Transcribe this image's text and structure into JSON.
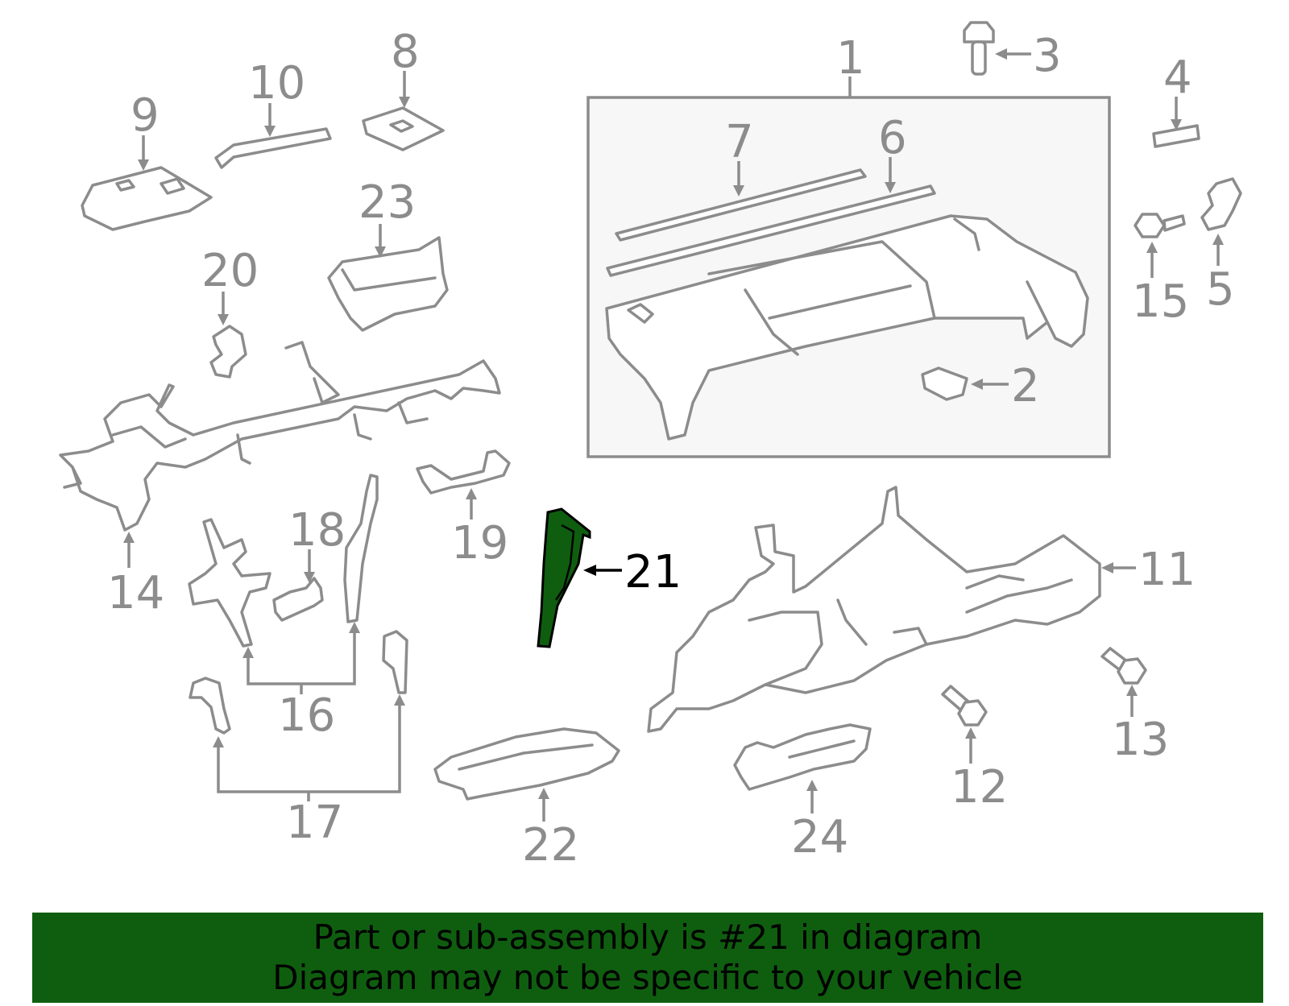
{
  "callouts": {
    "c1": "1",
    "c2": "2",
    "c3": "3",
    "c4": "4",
    "c5": "5",
    "c6": "6",
    "c7": "7",
    "c8": "8",
    "c9": "9",
    "c10": "10",
    "c11": "11",
    "c12": "12",
    "c13": "13",
    "c14": "14",
    "c15": "15",
    "c16": "16",
    "c17": "17",
    "c18": "18",
    "c19": "19",
    "c20": "20",
    "c21": "21",
    "c22": "22",
    "c23": "23",
    "c24": "24"
  },
  "highlight": {
    "part": "21",
    "color": "#0f5e0f"
  },
  "colors": {
    "line": "#8c8c8c",
    "assembly_box_fill": "#f7f7f7",
    "banner": "#0f5e0f"
  },
  "banner": {
    "line1": "Part or sub-assembly is #21 in diagram",
    "line2": "Diagram may not be specific to your vehicle"
  }
}
